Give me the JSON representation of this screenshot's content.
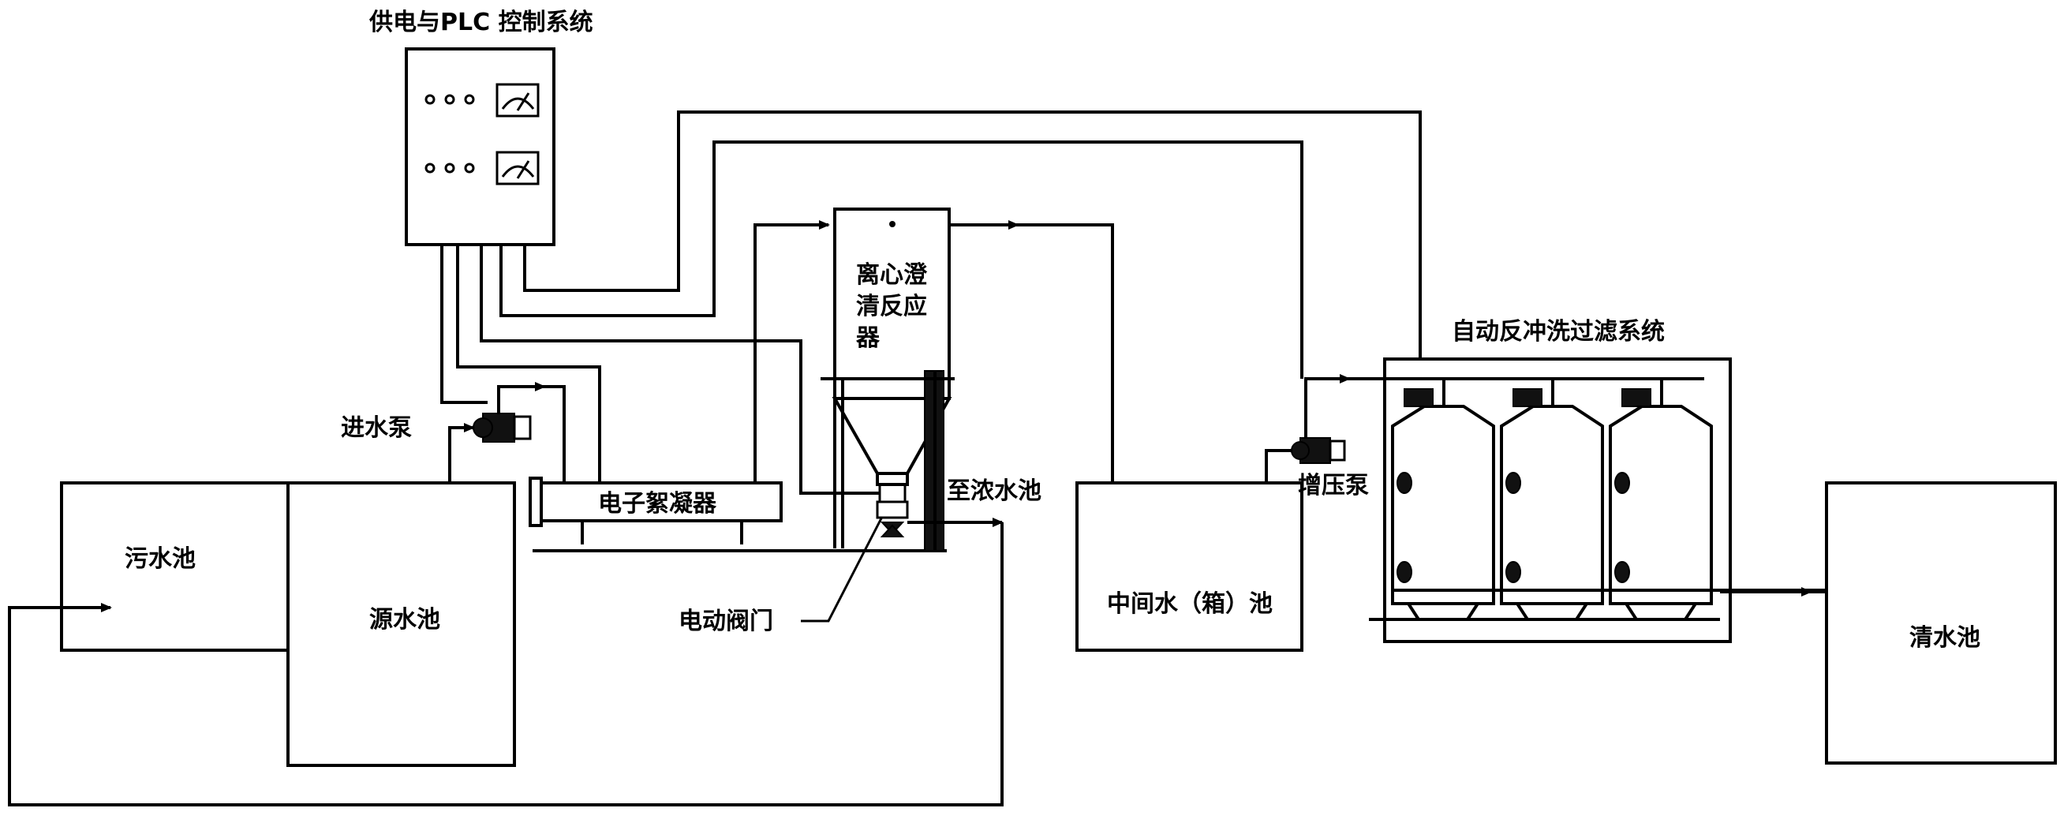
{
  "labels": {
    "control_system": "供电与PLC 控制系统",
    "sewage_pool": "污水池",
    "source_pool": "源水池",
    "inlet_pump": "进水泵",
    "electro_flocculator": "电子絮凝器",
    "reactor": [
      "离心澄",
      "清反应",
      "器"
    ],
    "to_sludge_pool": "至浓水池",
    "electric_valve": "电动阀门",
    "intermediate_pool": "中间水（箱）池",
    "booster_pump": "增压泵",
    "filter_system": "自动反冲洗过滤系统",
    "clean_pool": "清水池"
  },
  "colors": {
    "line": "#000000",
    "background": "#ffffff"
  }
}
